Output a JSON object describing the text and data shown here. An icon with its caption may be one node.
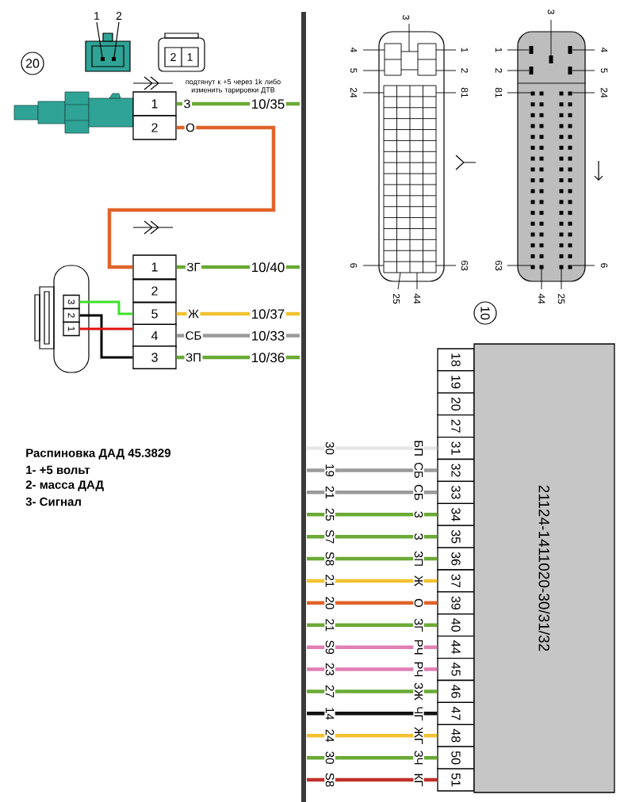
{
  "diagram": {
    "nodes": [
      {
        "text": [
          "1"
        ]
      },
      {
        "text": [
          "2"
        ]
      },
      {
        "text": [
          "1"
        ]
      },
      {
        "text": [
          "2"
        ]
      },
      {
        "text": [
          "5"
        ]
      },
      {
        "text": [
          "4"
        ]
      },
      {
        "text": [
          "3"
        ]
      },
      {
        "text": [
          "3"
        ]
      },
      {
        "text": [
          "2"
        ]
      },
      {
        "text": [
          "1"
        ]
      },
      {
        "text": [
          "18"
        ]
      },
      {
        "text": [
          "19"
        ]
      },
      {
        "text": [
          "20"
        ]
      },
      {
        "text": [
          "27"
        ]
      },
      {
        "text": [
          "31"
        ]
      },
      {
        "text": [
          "32"
        ]
      },
      {
        "text": [
          "33"
        ]
      },
      {
        "text": [
          "34"
        ]
      },
      {
        "text": [
          "35"
        ]
      },
      {
        "text": [
          "36"
        ]
      },
      {
        "text": [
          "37"
        ]
      },
      {
        "text": [
          "39"
        ]
      },
      {
        "text": [
          "40"
        ]
      },
      {
        "text": [
          "44"
        ]
      },
      {
        "text": [
          "45"
        ]
      },
      {
        "text": [
          "46"
        ]
      },
      {
        "text": [
          "47"
        ]
      },
      {
        "text": [
          "48"
        ]
      },
      {
        "text": [
          "50"
        ]
      },
      {
        "text": [
          "51"
        ]
      },
      {
        "text": [
          "21124-1411020-30/31/32"
        ]
      }
    ],
    "edges": [
      {
        "from": 1,
        "to": 2,
        "arrow": "none",
        "label": "О",
        "color": "#e0642a"
      },
      {
        "from": 7,
        "to": 4,
        "arrow": "none",
        "color": "#3ee02a"
      },
      {
        "from": 8,
        "to": 6,
        "arrow": "none",
        "color": "#000000"
      },
      {
        "from": 9,
        "to": 5,
        "arrow": "none",
        "color": "#e01010"
      },
      {
        "from": 0,
        "to": null,
        "arrow": "none",
        "label": "З",
        "color": "#6aaa35"
      },
      {
        "from": 2,
        "to": null,
        "arrow": "none",
        "label": "ЗГ",
        "color": "#6aaa35"
      },
      {
        "from": 4,
        "to": null,
        "arrow": "none",
        "label": "Ж",
        "color": "#f2c230"
      },
      {
        "from": 5,
        "to": null,
        "arrow": "none",
        "label": "СБ",
        "color": "#9a9a9a"
      },
      {
        "from": 6,
        "to": null,
        "arrow": "none",
        "label": "ЗП",
        "color": "#6aaa35"
      },
      {
        "from": null,
        "to": 14,
        "arrow": "none",
        "label": "БП",
        "color": "#e6e6e6"
      },
      {
        "from": null,
        "to": 15,
        "arrow": "none",
        "label": "СБ",
        "color": "#9a9a9a"
      },
      {
        "from": null,
        "to": 16,
        "arrow": "none",
        "label": "СБ",
        "color": "#9a9a9a"
      },
      {
        "from": null,
        "to": 17,
        "arrow": "none",
        "label": "З",
        "color": "#6aaa35"
      },
      {
        "from": null,
        "to": 18,
        "arrow": "none",
        "label": "З",
        "color": "#6aaa35"
      },
      {
        "from": null,
        "to": 19,
        "arrow": "none",
        "label": "ЗП",
        "color": "#6aaa35"
      },
      {
        "from": null,
        "to": 20,
        "arrow": "none",
        "label": "Ж",
        "color": "#f2c230"
      },
      {
        "from": null,
        "to": 21,
        "arrow": "none",
        "label": "О",
        "color": "#e0642a"
      },
      {
        "from": null,
        "to": 22,
        "arrow": "none",
        "label": "ЗГ",
        "color": "#6aaa35"
      },
      {
        "from": null,
        "to": 23,
        "arrow": "none",
        "label": "РЧ",
        "color": "#e07fb4"
      },
      {
        "from": null,
        "to": 24,
        "arrow": "none",
        "label": "РЧ",
        "color": "#e07fb4"
      },
      {
        "from": null,
        "to": 25,
        "arrow": "none",
        "label": "ЗЖ",
        "color": "#6aaa35"
      },
      {
        "from": null,
        "to": 26,
        "arrow": "none",
        "label": "ЧГ",
        "color": "#111111"
      },
      {
        "from": null,
        "to": 27,
        "arrow": "none",
        "label": "ЖГ",
        "color": "#f2c230"
      },
      {
        "from": null,
        "to": 28,
        "arrow": "none",
        "label": "ЗЧ",
        "color": "#6aaa35"
      },
      {
        "from": null,
        "to": 29,
        "arrow": "none",
        "label": "КГ",
        "color": "#c0302a"
      }
    ],
    "labels": [
      "1",
      "2",
      "2",
      "1",
      "20",
      "подтянут к +5 через 1k либо изменить тарировки ДТВ",
      "10/35",
      "10/40",
      "10/37",
      "10/33",
      "10/36",
      "3",
      "4",
      "5",
      "24",
      "6",
      "25",
      "44",
      "1",
      "2",
      "81",
      "63",
      "3",
      "1",
      "2",
      "81",
      "63",
      "44",
      "25",
      "4",
      "5",
      "24",
      "6",
      "10",
      "Распиновка ДАД 45.3829",
      "1- +5 вольт",
      "2- масса ДАД",
      "3- Сигнал",
      "30",
      "19",
      "21",
      "25",
      "S7",
      "S8",
      "21",
      "20",
      "21",
      "S9",
      "23",
      "27",
      "14",
      "24",
      "30",
      "S8"
    ]
  }
}
